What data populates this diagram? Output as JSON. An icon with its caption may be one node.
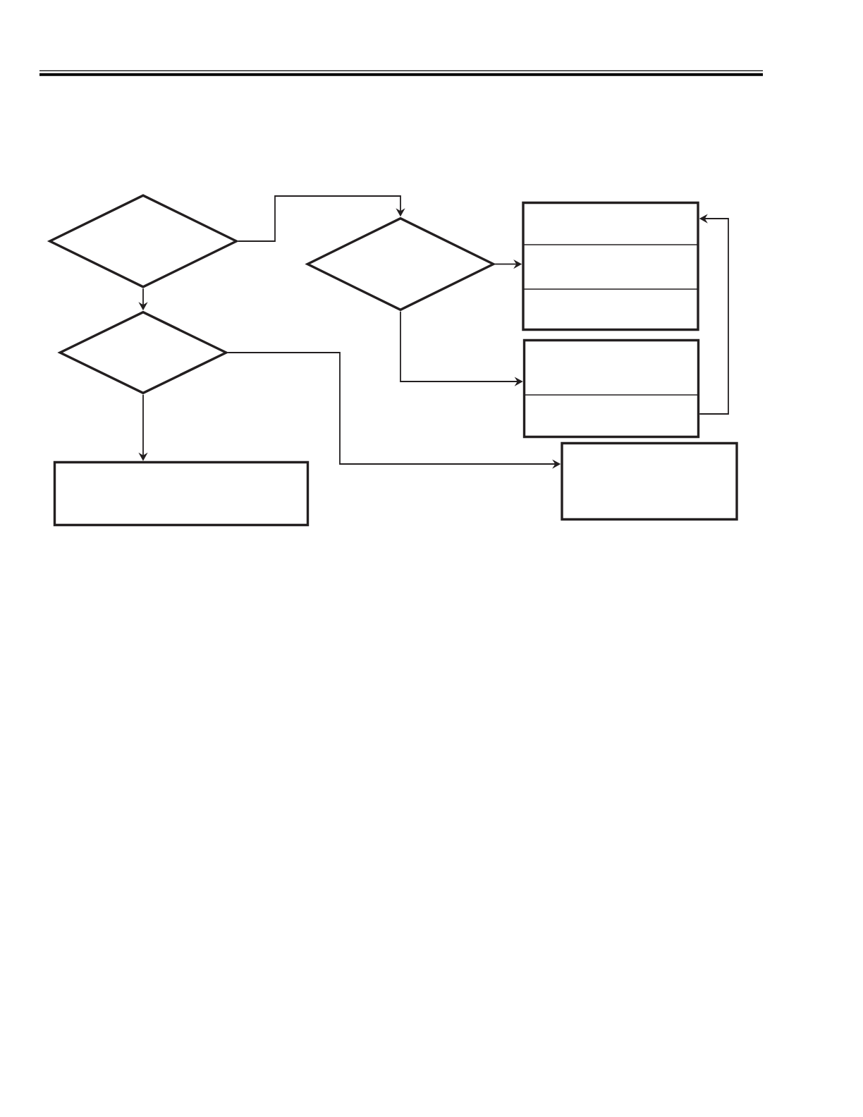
{
  "diagram": {
    "nodes": [
      {
        "text": [],
        "shape": "diamond"
      },
      {
        "text": [],
        "shape": "diamond"
      },
      {
        "text": [],
        "shape": "diamond"
      },
      {
        "text": [],
        "shape": "box"
      },
      {
        "text": [],
        "shape": "box"
      },
      {
        "text": [],
        "shape": "box"
      },
      {
        "text": [],
        "shape": "box"
      }
    ],
    "edges": [
      {
        "from": 0,
        "to": 1,
        "arrow": "to"
      },
      {
        "from": 0,
        "to": 2,
        "arrow": "to"
      },
      {
        "from": 2,
        "to": 3,
        "arrow": "to"
      },
      {
        "from": 2,
        "to": 4,
        "arrow": "to"
      },
      {
        "from": 4,
        "to": 3,
        "arrow": "to"
      },
      {
        "from": 1,
        "to": 5,
        "arrow": "to"
      },
      {
        "from": 1,
        "to": 6,
        "arrow": "to"
      }
    ]
  }
}
